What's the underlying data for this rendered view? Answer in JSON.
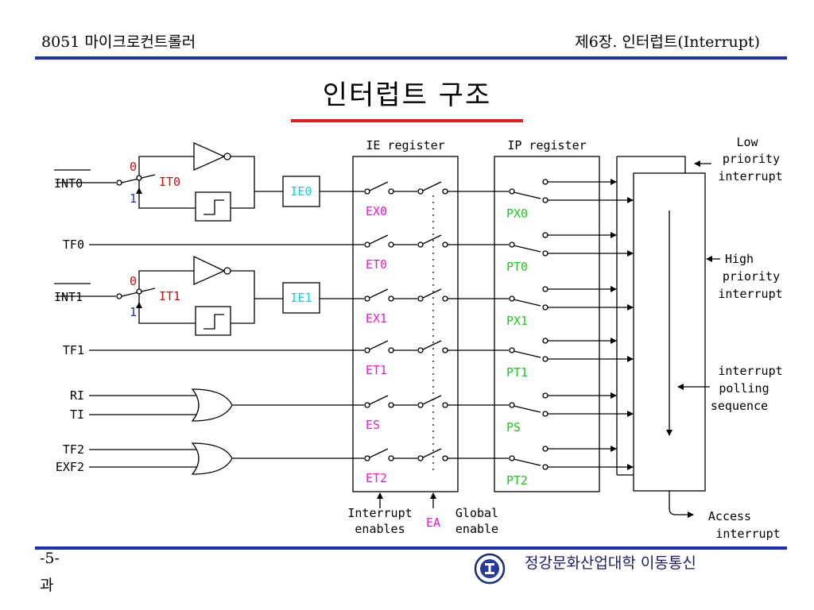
{
  "header": {
    "left": "8051 마이크로컨트롤러",
    "right": "제6장. 인터럽트(Interrupt)"
  },
  "title": "인터럽트 구조",
  "diagram": {
    "inputs": {
      "int0": "INT0",
      "tf0": "TF0",
      "int1": "INT1",
      "tf1": "TF1",
      "ri": "RI",
      "ti": "TI",
      "tf2": "TF2",
      "exf2": "EXF2"
    },
    "mux": {
      "zero": "0",
      "one": "1",
      "it0": "IT0",
      "it1": "IT1"
    },
    "flags": {
      "ie0": "IE0",
      "ie1": "IE1"
    },
    "registers": {
      "ie": "IE register",
      "ip": "IP register"
    },
    "ie_bits": [
      "EX0",
      "ET0",
      "EX1",
      "ET1",
      "ES",
      "ET2"
    ],
    "ip_bits": [
      "PX0",
      "PT0",
      "PX1",
      "PT1",
      "PS",
      "PT2"
    ],
    "bottom": {
      "interrupt_enables": [
        "Interrupt",
        "enables"
      ],
      "ea": "EA",
      "global_enable": [
        "Global",
        "enable"
      ],
      "access_interrupt": [
        "Access",
        "interrupt"
      ]
    },
    "right": {
      "low": [
        "Low",
        "priority",
        "interrupt"
      ],
      "high": [
        "High",
        "priority",
        "interrupt"
      ],
      "polling": [
        "interrupt",
        "polling",
        "sequence"
      ]
    }
  },
  "footer": {
    "page": "-5-",
    "school": "정강문화산업대학 이동통신",
    "dept_tail": "과"
  },
  "colors": {
    "rule": "#1f2fb4",
    "underline": "#e21a1a",
    "ie_bits": "#e020c8",
    "ip_bits": "#1ec81e",
    "flags": "#10d0e0",
    "mux_labels": "#c01010",
    "one": "#2030c0"
  }
}
